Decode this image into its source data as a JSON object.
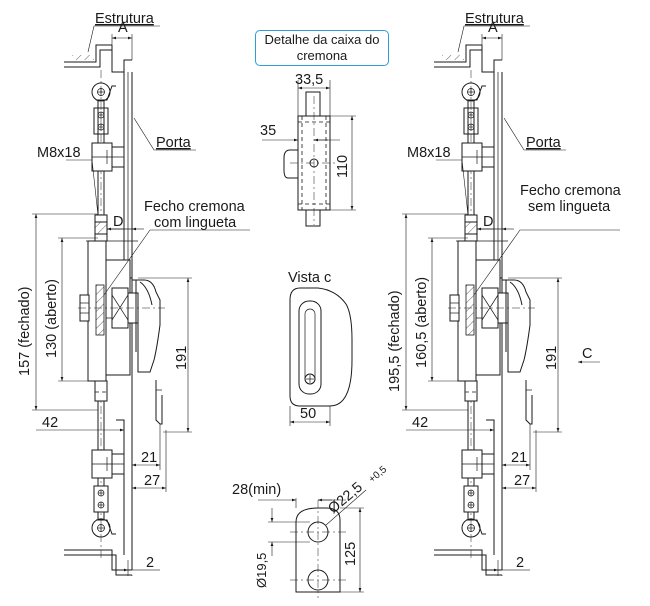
{
  "labels": {
    "estrutura": "Estrutura",
    "porta": "Porta",
    "bolt": "M8x18",
    "dim_a": "A",
    "dim_d": "D",
    "dim_c": "C",
    "fecho_line1": "Fecho cremona",
    "fecho_left_line2": "com lingueta",
    "fecho_right_line2": "sem lingueta",
    "detalhe_line1": "Detalhe da caixa do",
    "detalhe_line2": "cremona",
    "vista": "Vista c"
  },
  "dimensions": {
    "left": {
      "closed": "157 (fechado)",
      "open": "130 (aberto)",
      "height": "191",
      "offset": "42",
      "d1": "21",
      "d2": "27",
      "gap": "2"
    },
    "right": {
      "closed": "195,5 (fechado)",
      "open": "160,5 (aberto)",
      "height": "191",
      "offset": "42",
      "d1": "21",
      "d2": "27",
      "gap": "2"
    },
    "box": {
      "width": "33,5",
      "offset": "35",
      "height": "110"
    },
    "vista": {
      "width": "50"
    },
    "keeper": {
      "min": "28(min)",
      "diameter": "Ø22,5",
      "tolerance": "+0,5",
      "hole": "Ø19,5",
      "height": "125"
    }
  }
}
